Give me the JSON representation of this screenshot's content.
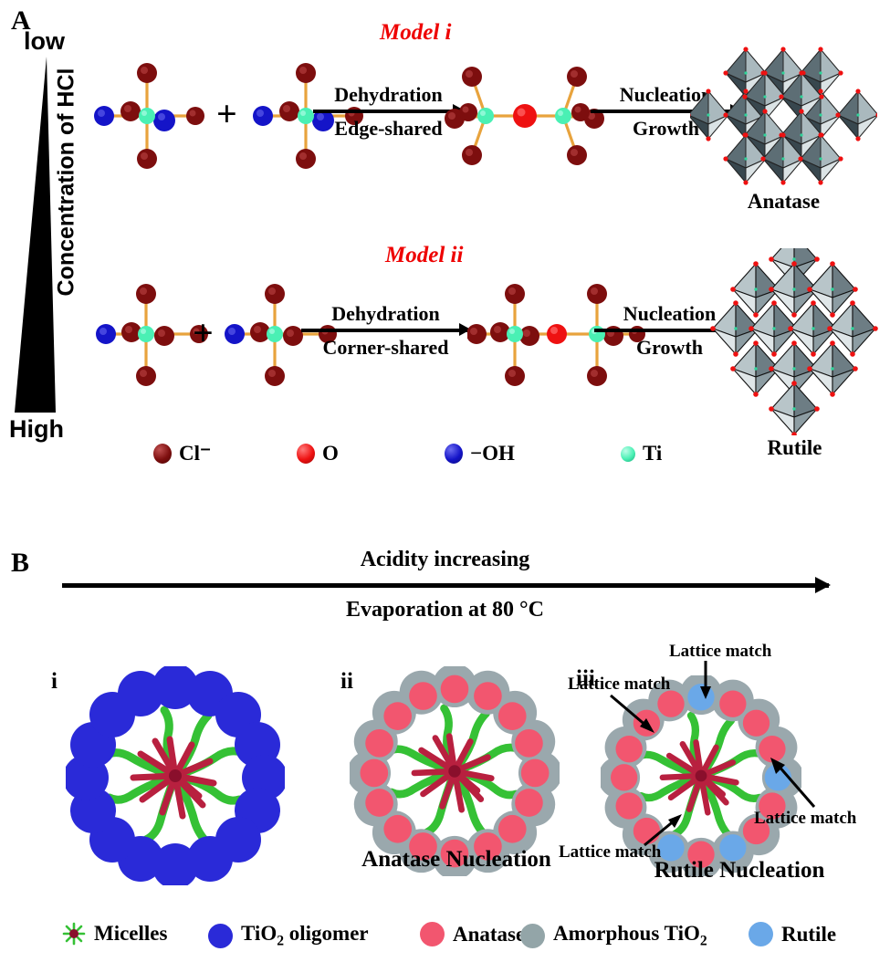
{
  "panels": {
    "a_letter": "A",
    "b_letter": "B"
  },
  "panelA": {
    "axis": {
      "top_label": "low",
      "bottom_label": "High",
      "vertical_label": "Concentration of HCl"
    },
    "rows": [
      {
        "model_title": "Model i",
        "arrow1_top": "Dehydration",
        "arrow1_bottom": "Edge-shared",
        "arrow2_top": "Nucleation",
        "arrow2_bottom": "Growth",
        "plus": "+",
        "crystal_caption": "Anatase"
      },
      {
        "model_title": "Model ii",
        "arrow1_top": "Dehydration",
        "arrow1_bottom": "Corner-shared",
        "arrow2_top": "Nucleation",
        "arrow2_bottom": "Growth",
        "plus": "+",
        "crystal_caption": "Rutile"
      }
    ],
    "legend": [
      {
        "icon": "dark-red-sphere",
        "label": "Cl⁻",
        "color": "#7d0e0e"
      },
      {
        "icon": "red-sphere",
        "label": "O",
        "color": "#ee1111"
      },
      {
        "icon": "blue-sphere",
        "label": "−OH",
        "color": "#1414c8"
      },
      {
        "icon": "cyan-sphere",
        "label": "Ti",
        "color": "#4af0b4"
      }
    ]
  },
  "panelB": {
    "top_arrow_label": "Acidity increasing",
    "bottom_arrow_label": "Evaporation at 80 °C",
    "micelles": [
      {
        "sub_label": "i",
        "caption": "",
        "shell_color": "#2a2ad8",
        "lattice_labels": []
      },
      {
        "sub_label": "ii",
        "caption": "Anatase Nucleation",
        "shell_color": "#9aa8ad",
        "lattice_labels": []
      },
      {
        "sub_label": "iii",
        "caption": "Rutile Nucleation",
        "shell_color": "#9aa8ad",
        "lattice_labels": [
          "Lattice match",
          "Lattice match",
          "Lattice match",
          "Lattice match"
        ]
      }
    ],
    "legend": [
      {
        "icon": "micelle-icon",
        "label": "Micelles",
        "color": "#35c135"
      },
      {
        "icon": "blue-circle",
        "label": "TiO2 oligomer",
        "color": "#2a2ad8",
        "html": "TiO<sub>2</sub> oligomer"
      },
      {
        "icon": "pink-circle",
        "label": "Anatase",
        "color": "#f2566f"
      },
      {
        "icon": "gray-circle",
        "label": "Amorphous TiO2",
        "color": "#93a5a8",
        "html": "Amorphous TiO<sub>2</sub>"
      },
      {
        "icon": "light-blue-circle",
        "label": "Rutile",
        "color": "#6aa8e8"
      }
    ]
  },
  "colors": {
    "chlorine": "#7d0e0e",
    "oxygen": "#ee1111",
    "hydroxyl": "#1414c8",
    "titanium": "#4af0b4",
    "bond": "#e8a33d",
    "model_red": "#ee0000",
    "octa_dark": "#5d6e75",
    "octa_light": "#cbd5d8",
    "octa_mid": "#9aaab0",
    "micelle_green": "#35c135",
    "micelle_red": "#b8203f"
  }
}
